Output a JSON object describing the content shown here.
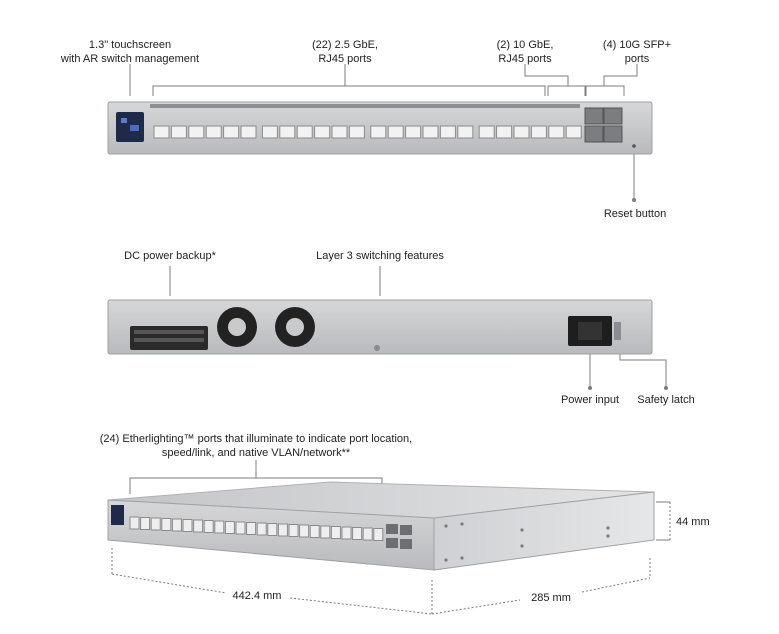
{
  "front_view": {
    "touchscreen_label": [
      "1.3\" touchscreen",
      "with AR switch management"
    ],
    "ports_25gbe_label": [
      "(22) 2.5 GbE,",
      "RJ45 ports"
    ],
    "ports_10gbe_label": [
      "(2) 10 GbE,",
      "RJ45 ports"
    ],
    "sfp_label": [
      "(4) 10G SFP+",
      "ports"
    ],
    "reset_label": "Reset button"
  },
  "rear_view": {
    "dc_backup_label": "DC power backup*",
    "layer3_label": "Layer 3 switching features",
    "power_input_label": "Power input",
    "safety_latch_label": "Safety latch"
  },
  "perspective_view": {
    "etherlighting_label": [
      "(24) Etherlighting™ ports that illuminate to indicate port location,",
      "speed/link, and native VLAN/network**"
    ],
    "height_label": "44 mm",
    "width_label": "442.4 mm",
    "depth_label": "285 mm"
  },
  "colors": {
    "chassis": "#c9cacc",
    "chassis_dark": "#a9aaad",
    "screen": "#1d2a4a",
    "line": "#7d7d7d"
  }
}
